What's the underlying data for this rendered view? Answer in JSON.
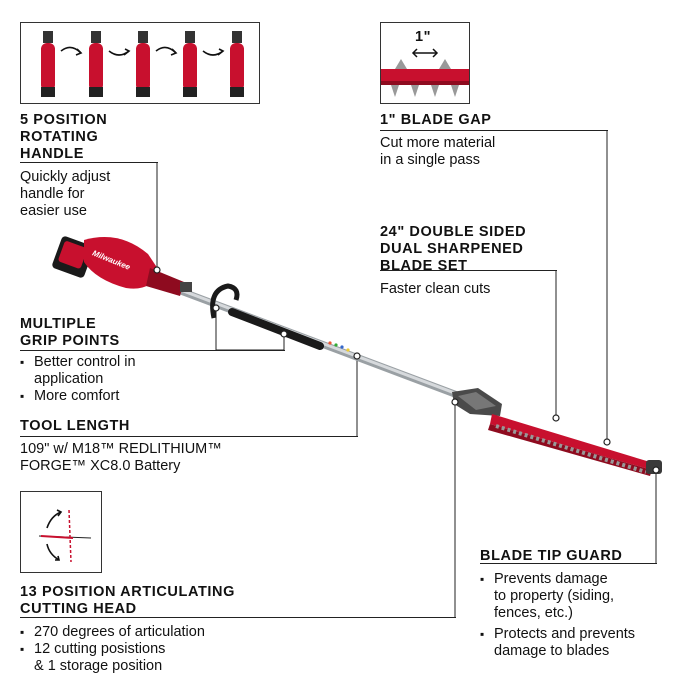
{
  "handle": {
    "title": [
      "5 POSITION",
      "ROTATING",
      "HANDLE"
    ],
    "desc": [
      "Quickly adjust",
      "handle for",
      "easier use"
    ]
  },
  "blade_gap": {
    "gap_label": "1\"",
    "title": "1\" BLADE GAP",
    "desc": [
      "Cut more material",
      "in a single pass"
    ]
  },
  "blade_set": {
    "title": [
      "24\" DOUBLE SIDED",
      "DUAL SHARPENED",
      "BLADE SET"
    ],
    "desc": "Faster clean cuts"
  },
  "grip": {
    "title": [
      "MULTIPLE",
      "GRIP POINTS"
    ],
    "bullets": [
      "Better control in",
      "application",
      "More comfort"
    ]
  },
  "tool_length": {
    "title": "TOOL LENGTH",
    "line1": "109\" w/ M18™ REDLITHIUM™",
    "line2": "FORGE™ XC8.0 Battery"
  },
  "tip_guard": {
    "title": "BLADE TIP GUARD",
    "bullets": [
      "Prevents damage",
      "to property (siding,",
      "fences, etc.)",
      "Protects and prevents",
      "damage to blades"
    ]
  },
  "articulating": {
    "title": [
      "13 POSITION ARTICULATING",
      "CUTTING HEAD"
    ],
    "bullets": [
      "270 degrees of articulation",
      "12 cutting posistions",
      "& 1 storage position"
    ]
  },
  "brand": {
    "logo_text": "Milwaukee"
  },
  "colors": {
    "tool_red": "#c8102e",
    "dark_red": "#8e0b1f",
    "shaft": "#bfc3c6",
    "black": "#1a1a1a",
    "line": "#222222"
  }
}
